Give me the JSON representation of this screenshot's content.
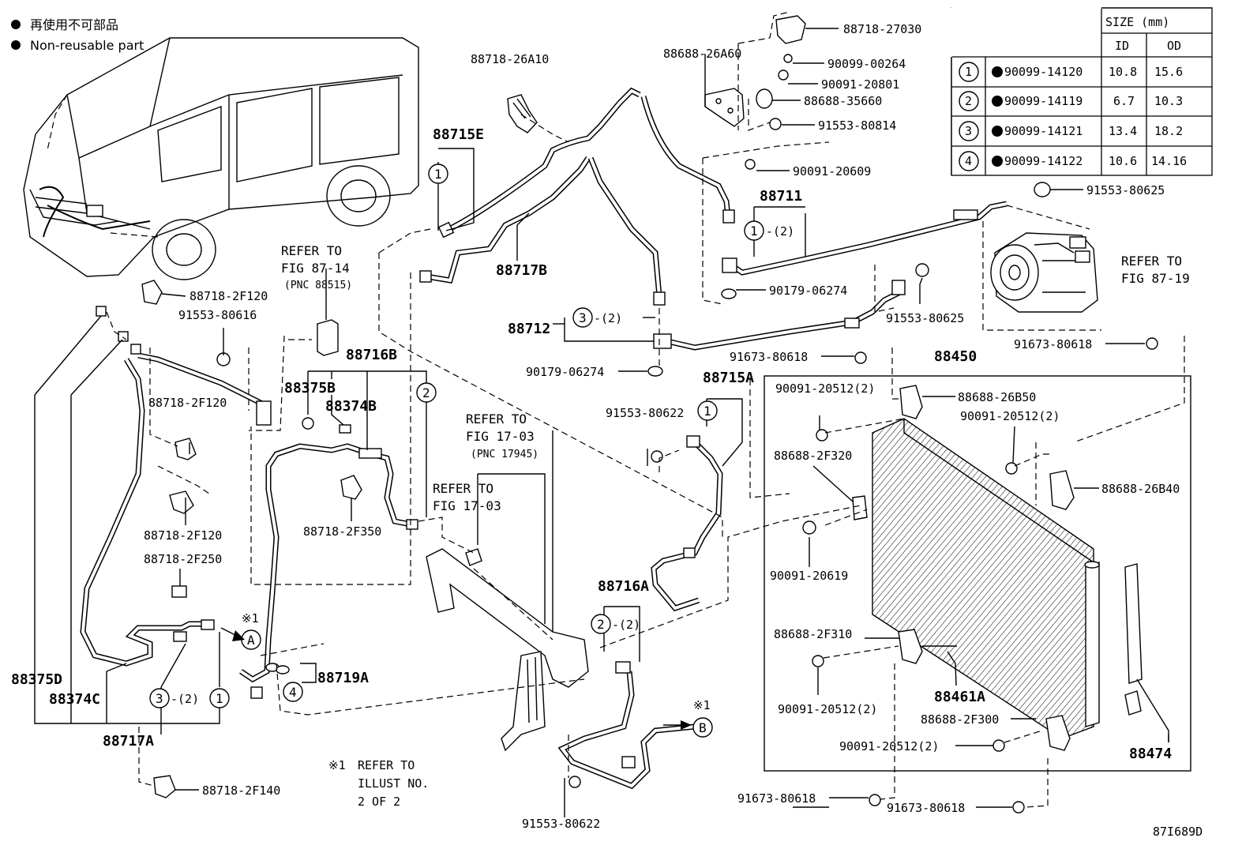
{
  "legend": {
    "bullet_ja": "再使用不可部品",
    "bullet_en": "Non-reusable part"
  },
  "size_table": {
    "title": "SIZE (mm)",
    "headers": [
      "ID",
      "OD"
    ],
    "rows": [
      {
        "ref": "1",
        "part": "90099-14120",
        "id": "10.8",
        "od": "15.6"
      },
      {
        "ref": "2",
        "part": "90099-14119",
        "id": "6.7",
        "od": "10.3"
      },
      {
        "ref": "3",
        "part": "90099-14121",
        "id": "13.4",
        "od": "18.2"
      },
      {
        "ref": "4",
        "part": "90099-14122",
        "id": "10.6",
        "od": "14.16"
      }
    ]
  },
  "labels": {
    "p88718_26A10": "88718-26A10",
    "p88715E": "88715E",
    "p88717B": "88717B",
    "p88688_26A60": "88688-26A60",
    "p88718_27030": "88718-27030",
    "p90099_00264": "90099-00264",
    "p90091_20801": "90091-20801",
    "p88688_35660": "88688-35660",
    "p91553_80814": "91553-80814",
    "p90091_20609": "90091-20609",
    "p88711": "88711",
    "p91553_80625_a": "91553-80625",
    "p90179_06274_a": "90179-06274",
    "p91553_80625_b": "91553-80625",
    "p88712": "88712",
    "p90179_06274_b": "90179-06274",
    "p88715A": "88715A",
    "p91673_80618_a": "91673-80618",
    "p91673_80618_b": "91673-80618",
    "p88450": "88450",
    "p90091_20512_a": "90091-20512(2)",
    "p88688_26B50": "88688-26B50",
    "p90091_20512_b": "90091-20512(2)",
    "p88688_2F320": "88688-2F320",
    "p88688_26B40": "88688-26B40",
    "p90091_20619": "90091-20619",
    "p88688_2F310": "88688-2F310",
    "p90091_20512_c": "90091-20512(2)",
    "p88461A": "88461A",
    "p88688_2F300": "88688-2F300",
    "p90091_20512_d": "90091-20512(2)",
    "p88474": "88474",
    "p91673_80618_c": "91673-80618",
    "p91673_80618_d": "91673-80618",
    "p91553_80622_a": "91553-80622",
    "p91553_80622_b": "91553-80622",
    "p88716A": "88716A",
    "p88716B": "88716B",
    "p88375B": "88375B",
    "p88374B": "88374B",
    "p88718_2F350": "88718-2F350",
    "p88718_2F120_a": "88718-2F120",
    "p91553_80616": "91553-80616",
    "p88718_2F120_b": "88718-2F120",
    "p88718_2F120_c": "88718-2F120",
    "p88718_2F250": "88718-2F250",
    "p88375D": "88375D",
    "p88374C": "88374C",
    "p88717A": "88717A",
    "p88719A": "88719A",
    "p88718_2F140": "88718-2F140",
    "qty2_a": "-(2)",
    "qty2_b": "-(2)",
    "qty2_c": "-(2)",
    "qty2_d": "-(2)",
    "diagram_id": "87I689D"
  },
  "refs": {
    "fig87_14_a": "REFER TO",
    "fig87_14_b": "FIG 87-14",
    "fig87_14_c": "(PNC 88515)",
    "fig87_19_a": "REFER TO",
    "fig87_19_b": "FIG 87-19",
    "fig17_03a_a": "REFER TO",
    "fig17_03a_b": "FIG 17-03",
    "fig17_03a_c": "(PNC 17945)",
    "fig17_03b_a": "REFER TO",
    "fig17_03b_b": "FIG 17-03",
    "note_mark": "※1",
    "note_a": "REFER TO",
    "note_b": "ILLUST NO.",
    "note_c": "2 OF 2",
    "mark_A": "A",
    "mark_B": "B"
  }
}
